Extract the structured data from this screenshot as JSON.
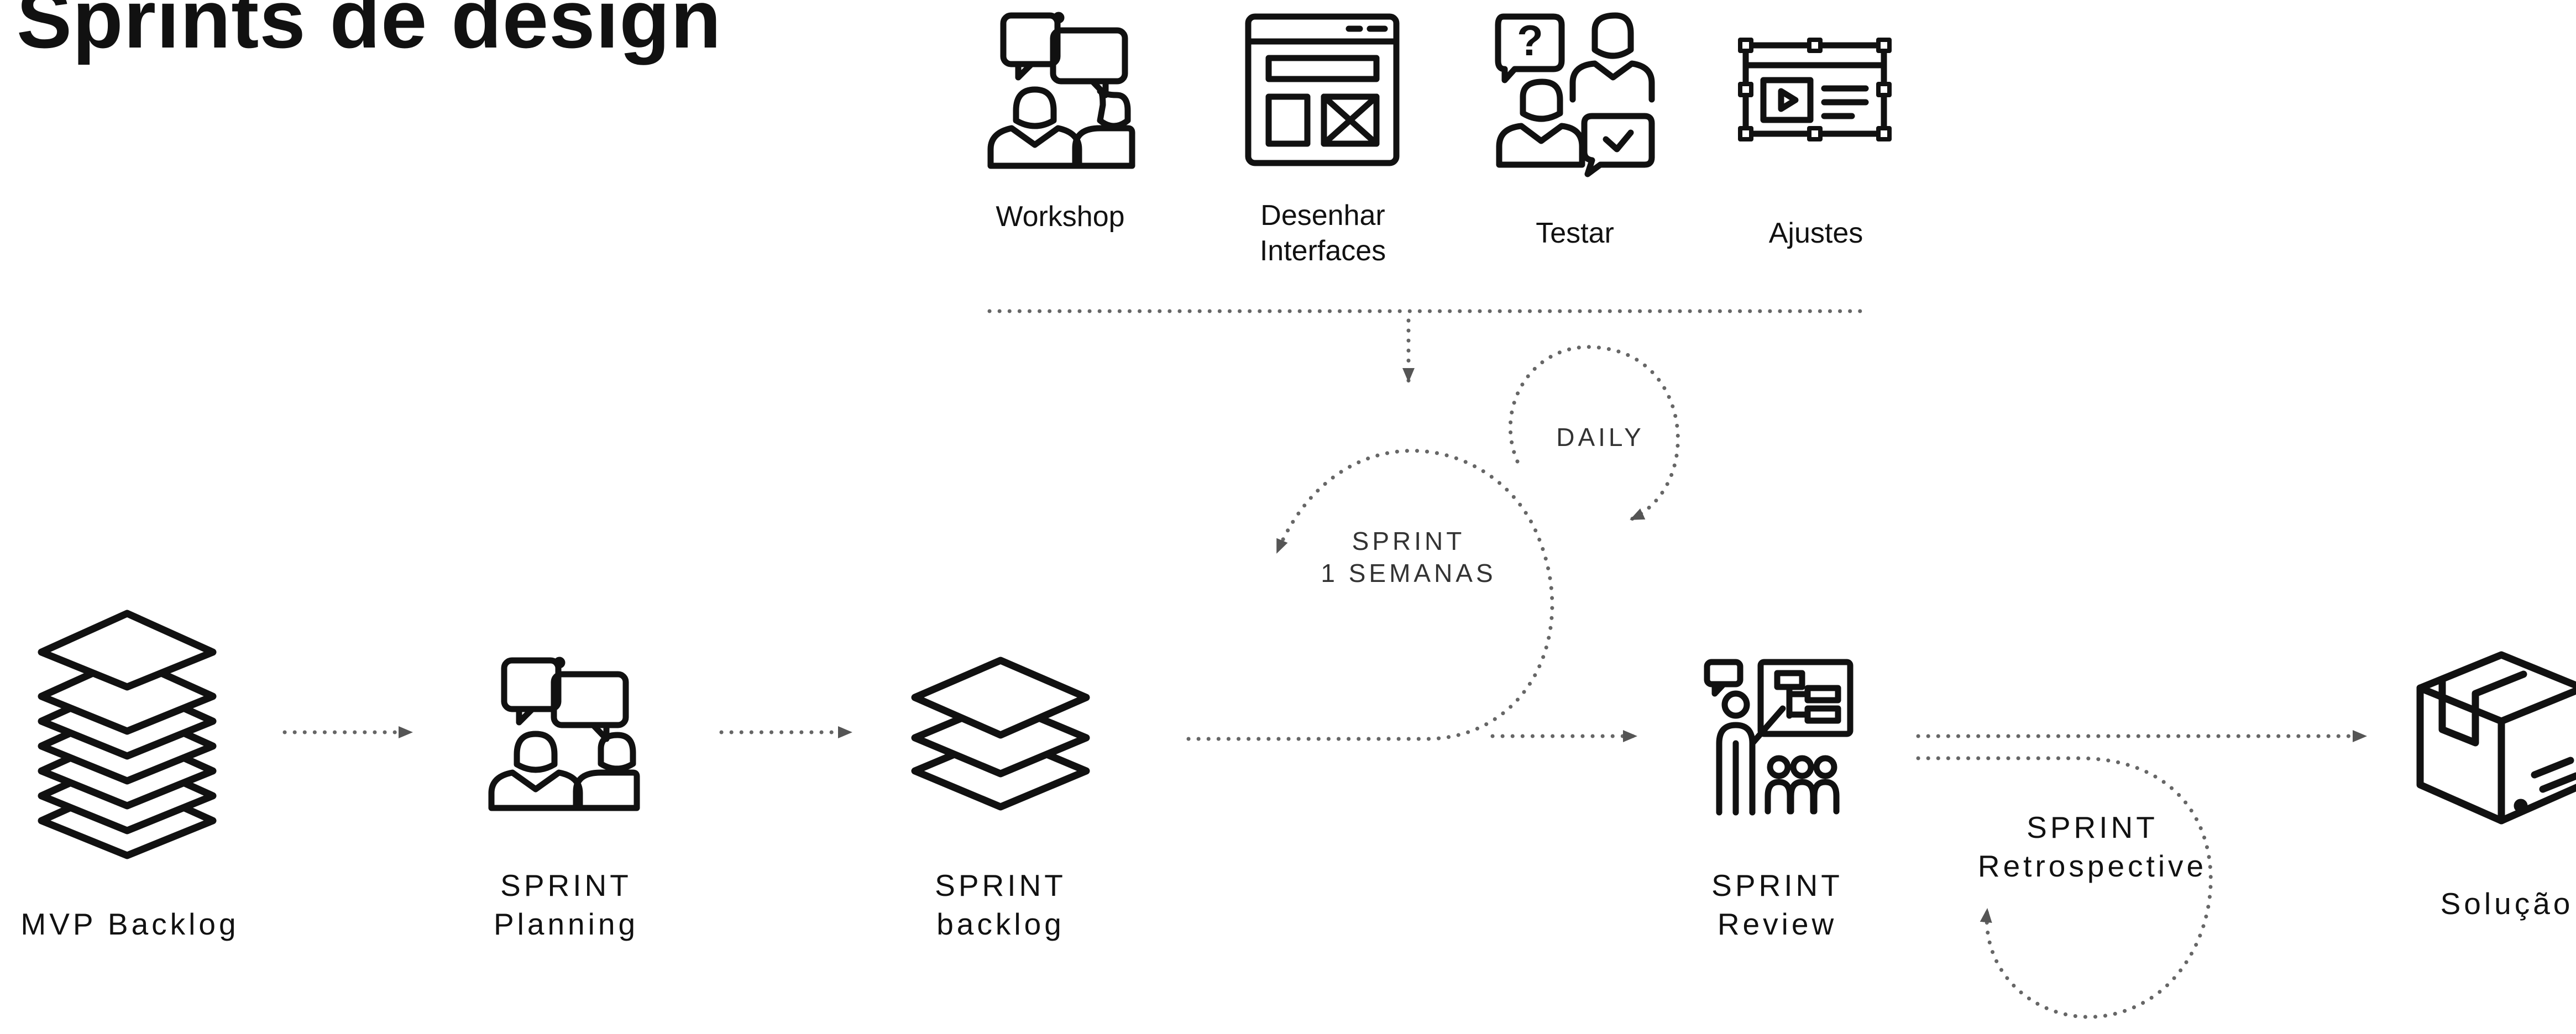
{
  "title": "Sprints de design",
  "activities": [
    {
      "label": "Workshop",
      "icon": "workshop-icon"
    },
    {
      "label": "Desenhar\nInterfaces",
      "icon": "wireframe-icon"
    },
    {
      "label": "Testar",
      "icon": "user-test-icon"
    },
    {
      "label": "Ajustes",
      "icon": "adjust-icon"
    }
  ],
  "flow": [
    {
      "label": "MVP Backlog",
      "icon": "stack-layers-icon"
    },
    {
      "label": "SPRINT\nPlanning",
      "icon": "planning-chat-icon"
    },
    {
      "label": "SPRINT\nbacklog",
      "icon": "backlog-layers-icon"
    },
    {
      "label": "SPRINT\nReview",
      "icon": "presentation-icon"
    },
    {
      "label": "Solução",
      "icon": "box-icon"
    }
  ],
  "cycles": {
    "sprint": "SPRINT\n1 SEMANAS",
    "daily": "DAILY",
    "retrospective": "SPRINT\nRetrospective"
  },
  "colors": {
    "ink": "#111111",
    "dots": "#666666"
  }
}
